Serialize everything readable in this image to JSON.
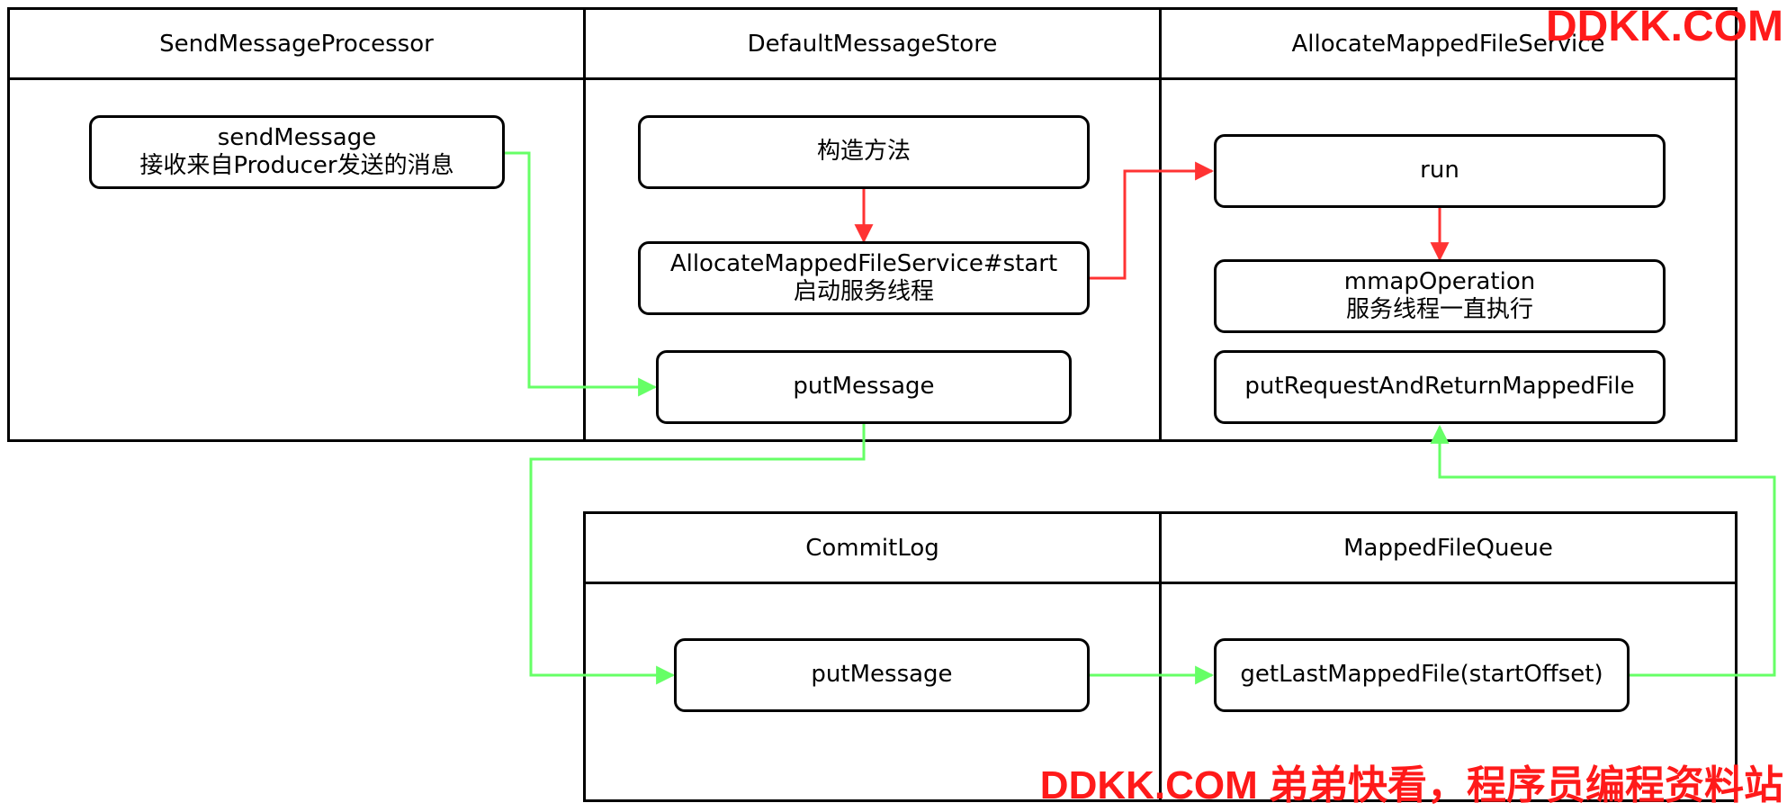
{
  "lanes": {
    "send_message_processor": "SendMessageProcessor",
    "default_message_store": "DefaultMessageStore",
    "allocate_mapped_file_service": "AllocateMappedFileService",
    "commit_log": "CommitLog",
    "mapped_file_queue": "MappedFileQueue"
  },
  "nodes": {
    "send_message": {
      "line1": "sendMessage",
      "line2": "接收来自Producer发送的消息"
    },
    "constructor": {
      "line1": "构造方法"
    },
    "allocate_start": {
      "line1": "AllocateMappedFileService#start",
      "line2": "启动服务线程"
    },
    "put_message_store": {
      "line1": "putMessage"
    },
    "run": {
      "line1": "run"
    },
    "mmap_operation": {
      "line1": "mmapOperation",
      "line2": "服务线程一直执行"
    },
    "put_request": {
      "line1": "putRequestAndReturnMappedFile"
    },
    "put_message_commitlog": {
      "line1": "putMessage"
    },
    "get_last_mapped_file": {
      "line1": "getLastMappedFile(startOffset)"
    }
  },
  "edges": [
    {
      "from": "send_message",
      "to": "put_message_store",
      "color": "#66ff66"
    },
    {
      "from": "constructor",
      "to": "allocate_start",
      "color": "#ff3333"
    },
    {
      "from": "allocate_start",
      "to": "run",
      "color": "#ff3333"
    },
    {
      "from": "run",
      "to": "mmap_operation",
      "color": "#ff3333"
    },
    {
      "from": "put_message_store",
      "to": "put_message_commitlog",
      "color": "#66ff66"
    },
    {
      "from": "put_message_commitlog",
      "to": "get_last_mapped_file",
      "color": "#66ff66"
    },
    {
      "from": "get_last_mapped_file",
      "to": "put_request",
      "color": "#66ff66"
    }
  ],
  "watermark": {
    "top": "DDKK.COM",
    "bottom": "DDKK.COM 弟弟快看，程序员编程资料站"
  }
}
